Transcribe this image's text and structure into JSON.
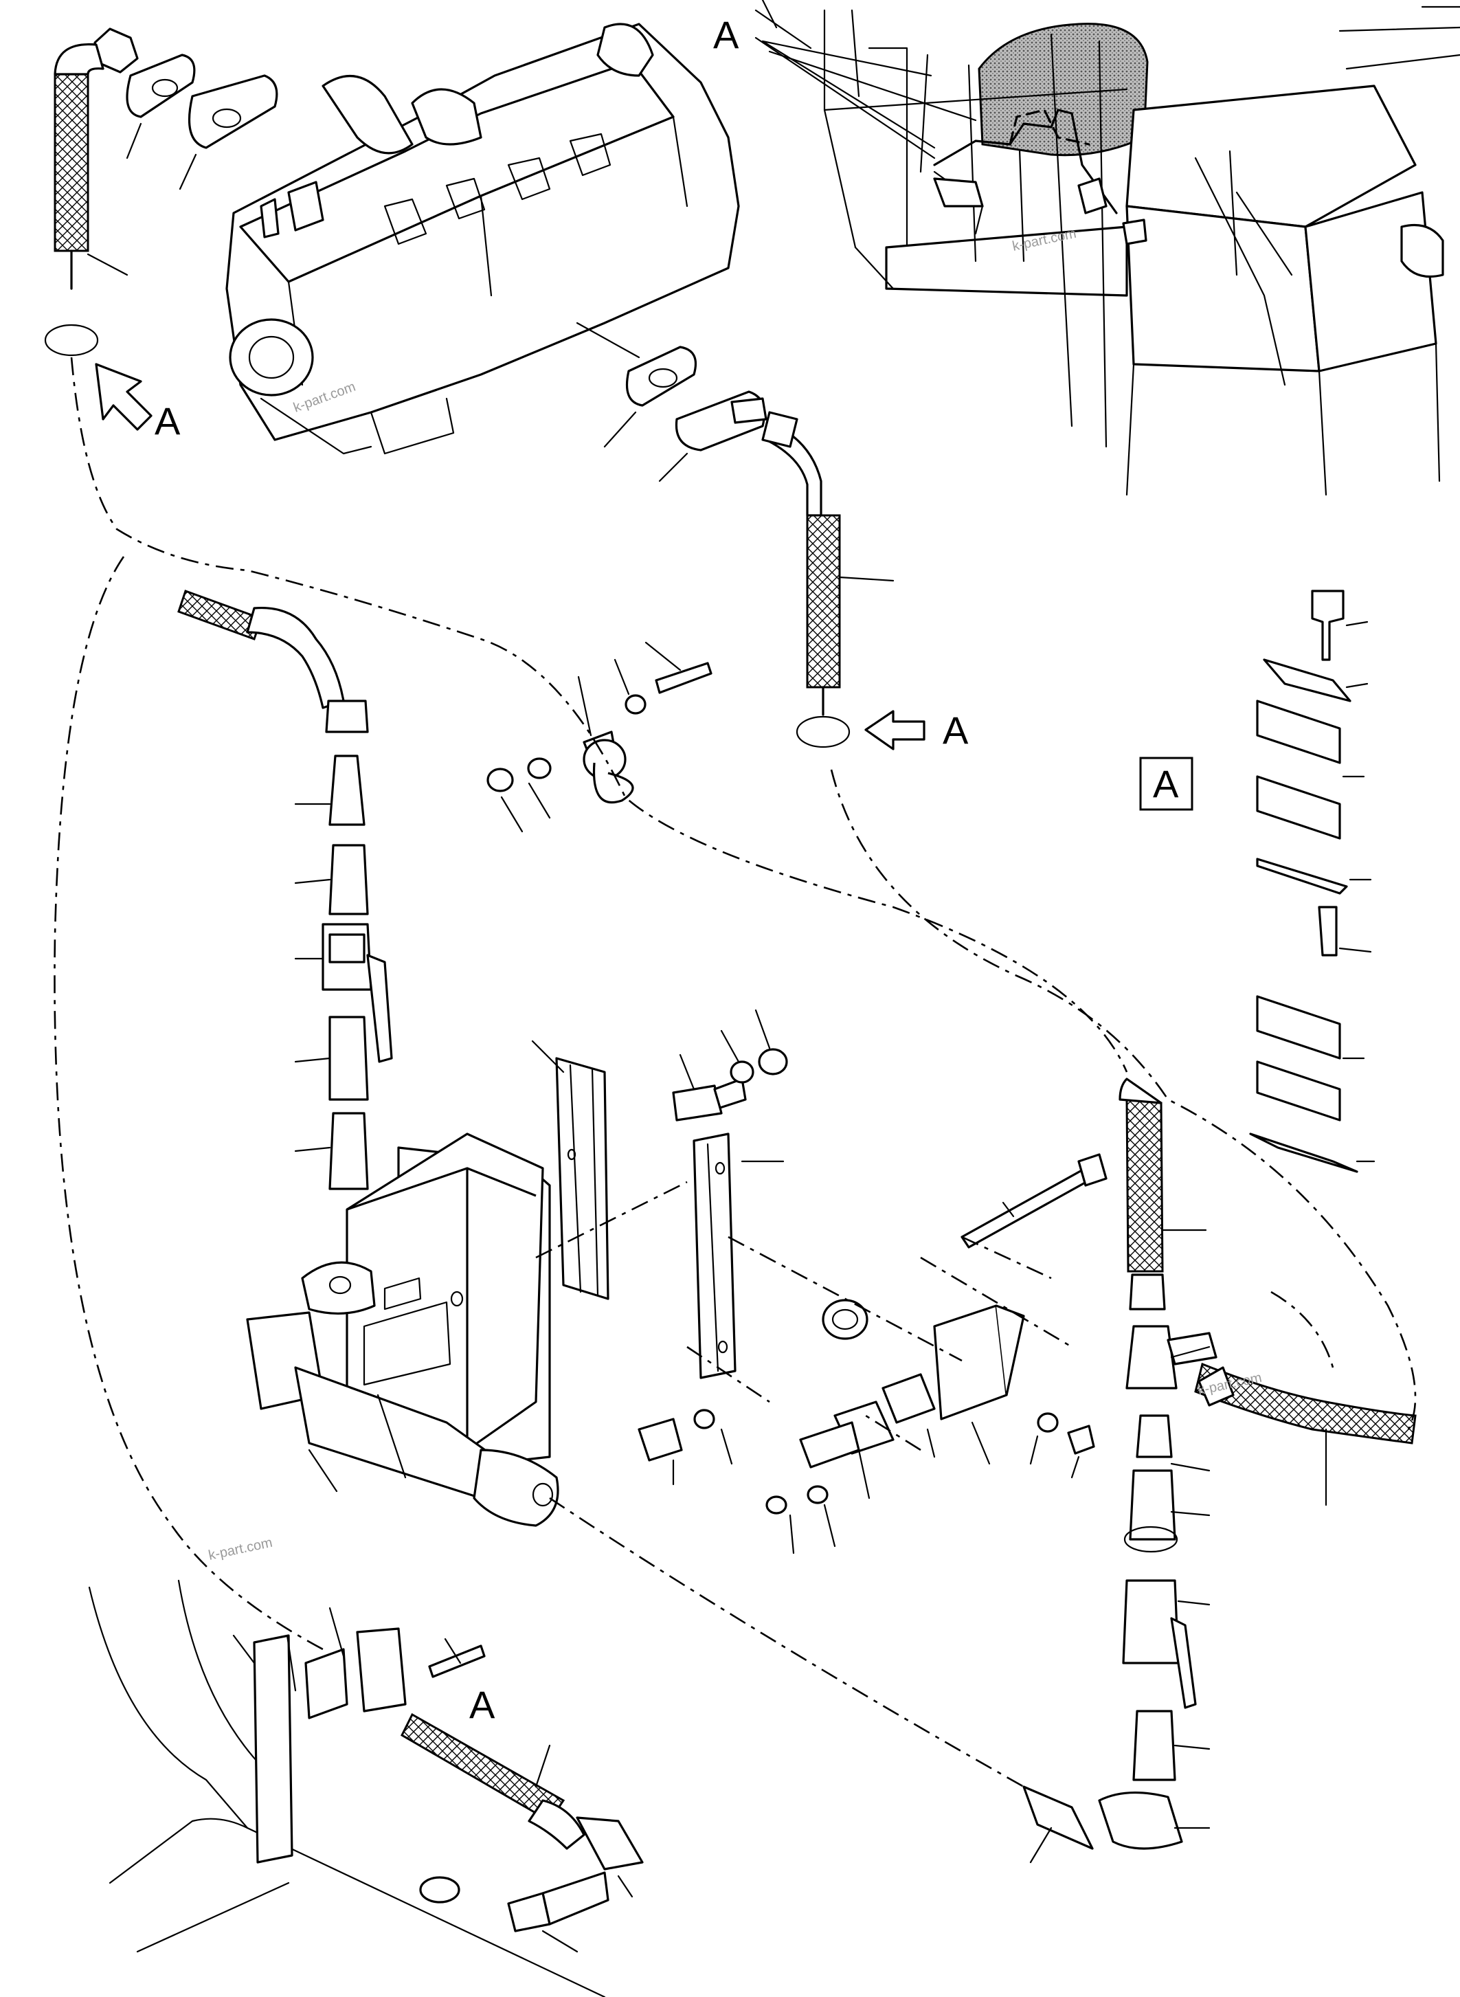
{
  "labels": {
    "view_a_top": "A",
    "arrow_a_left": "A",
    "arrow_a_right": "A",
    "boxed_a": "A",
    "hose_a_bottom": "A"
  },
  "watermarks": [
    "k-part.com",
    "k-part.com",
    "k-part.com",
    "k-part.com"
  ],
  "colors": {
    "line": "#000000",
    "background": "#ffffff",
    "watermark": "#9a9a9a"
  }
}
